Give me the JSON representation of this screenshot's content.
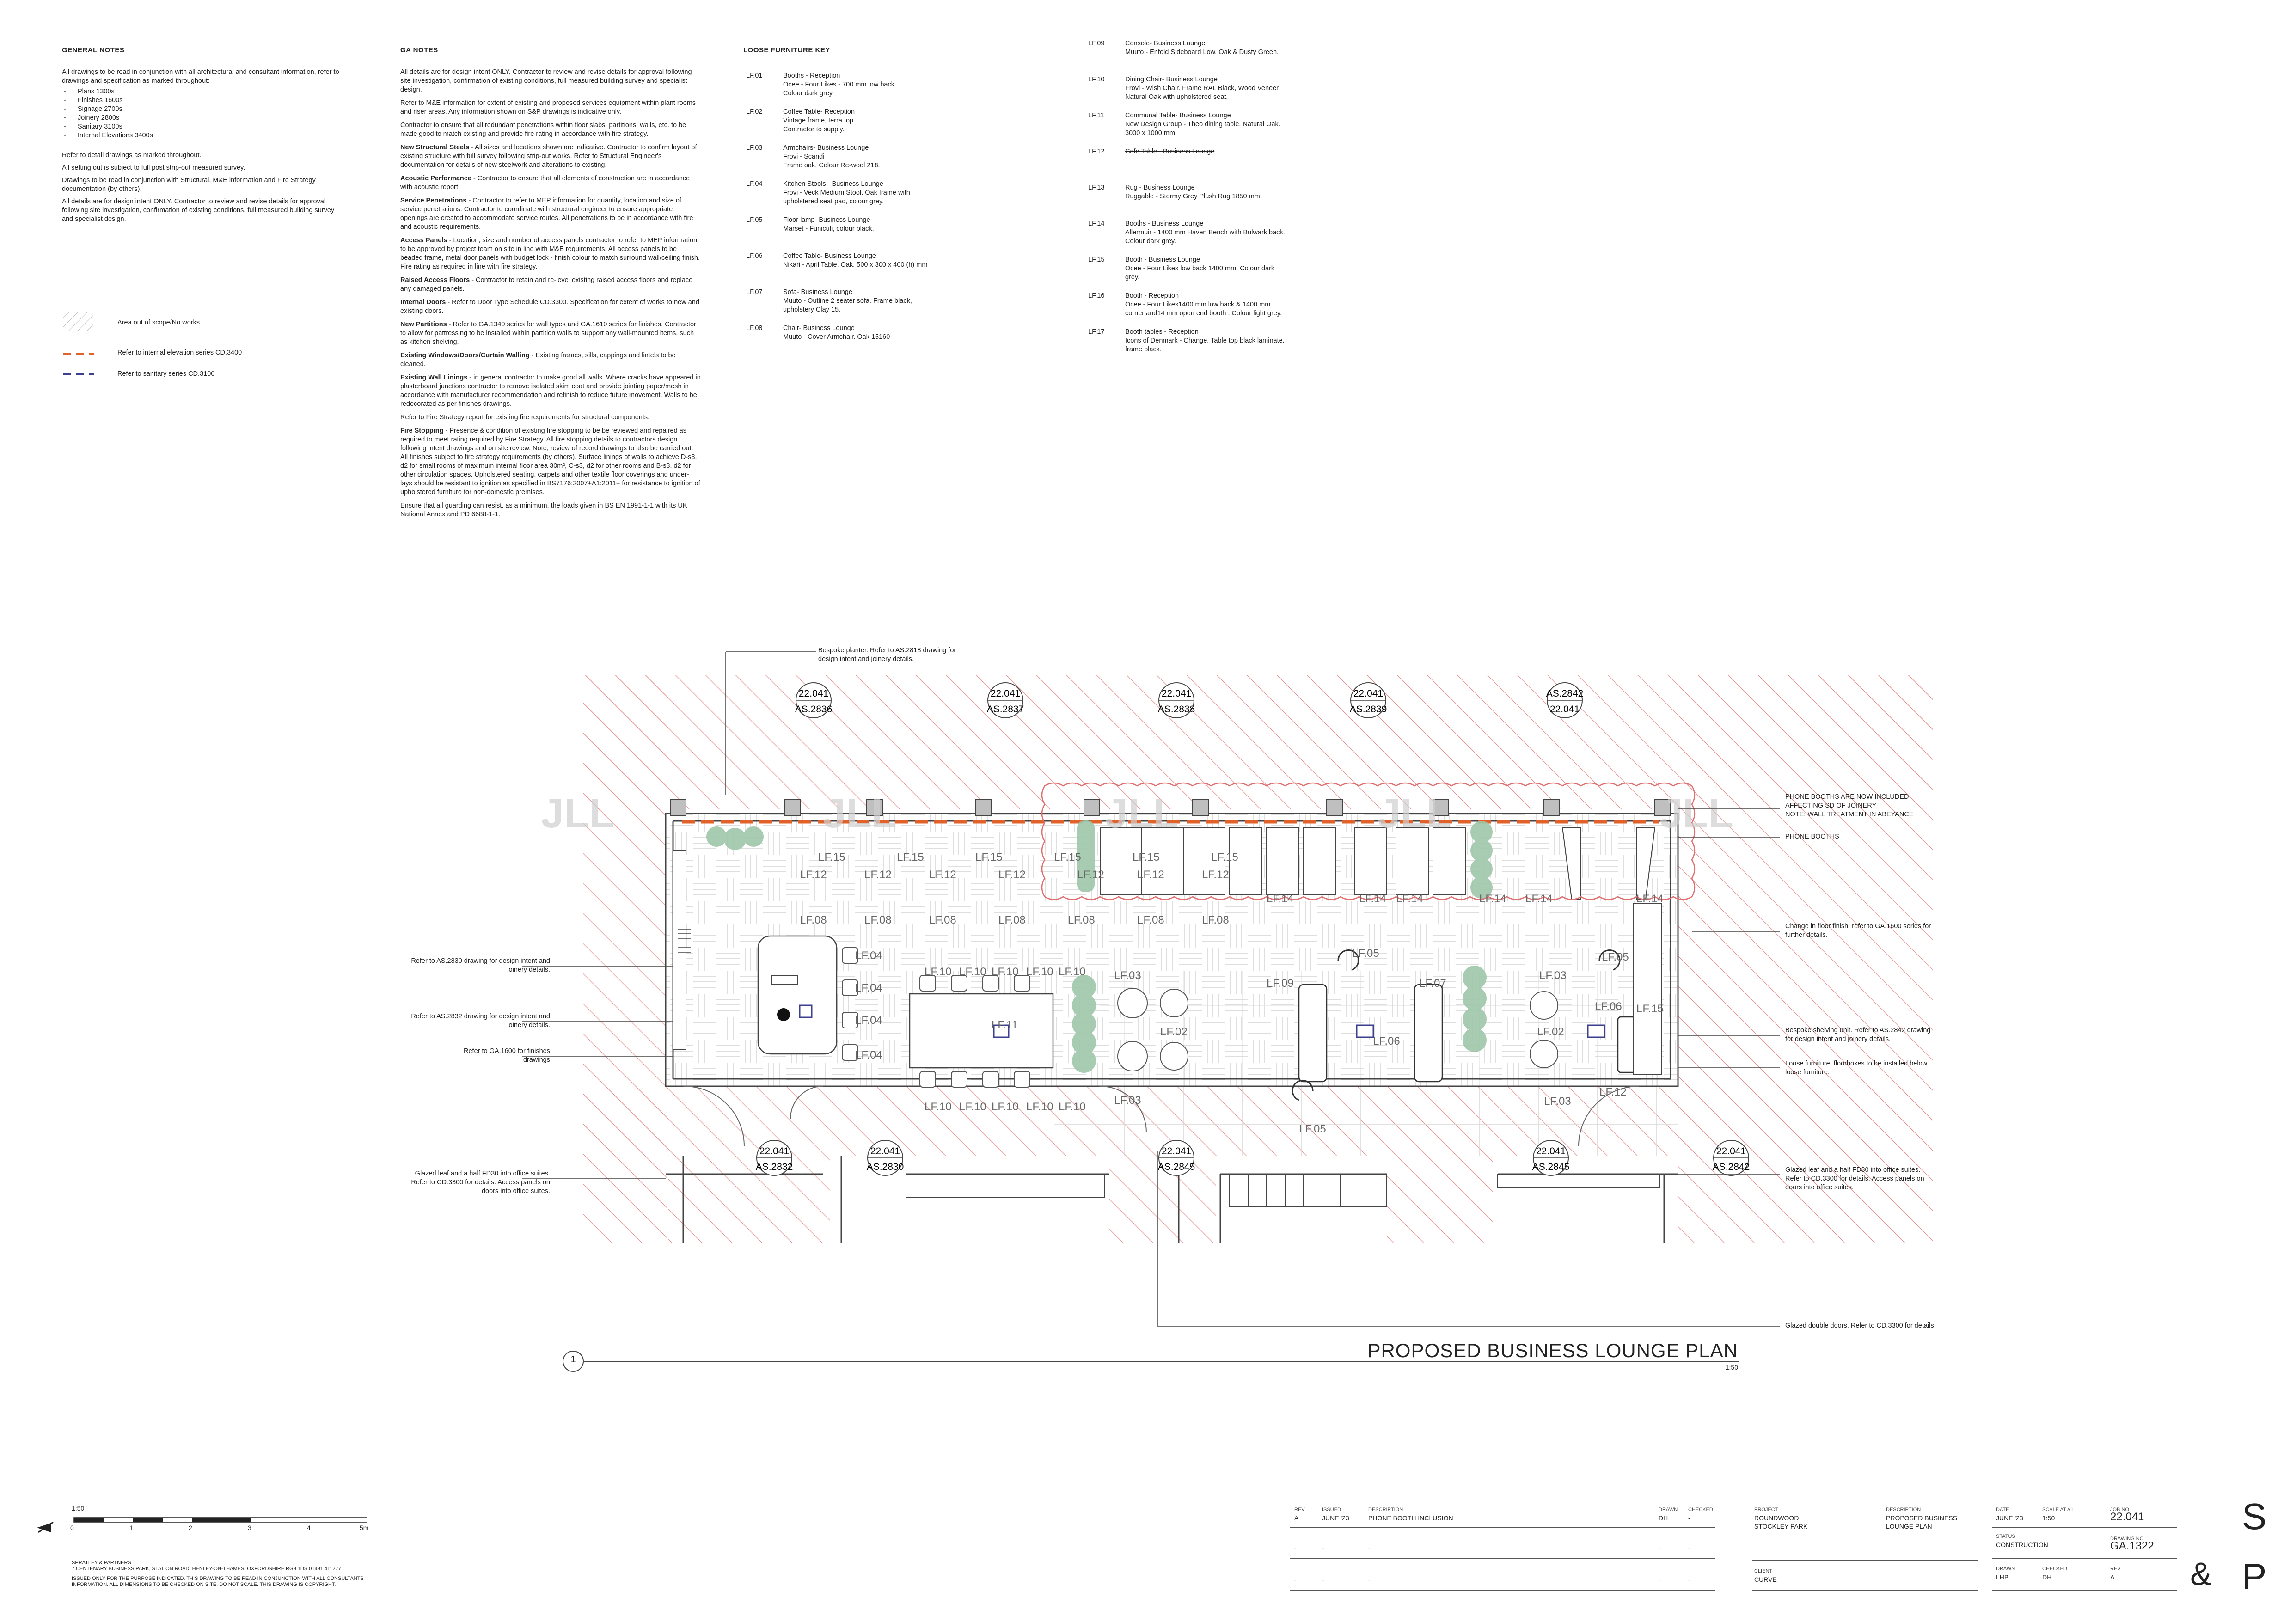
{
  "general_notes": {
    "title": "GENERAL NOTES",
    "p1": "All drawings to be read in conjunction with all architectural and consultant information, refer to drawings and specification as marked throughout:",
    "list": [
      "Plans 1300s",
      "Finishes 1600s",
      "Signage 2700s",
      "Joinery 2800s",
      "Sanitary 3100s",
      "Internal Elevations 3400s"
    ],
    "p2": "Refer to detail drawings as marked throughout.",
    "p3": "All setting out is subject to full post strip-out measured survey.",
    "p4": "Drawings to be read in conjunction with Structural, M&E information and Fire Strategy documentation (by others).",
    "p5": "All details are for design intent ONLY. Contractor to review and revise details for approval following site investigation, confirmation of existing conditions, full measured building survey and specialist design."
  },
  "legend": {
    "items": [
      {
        "label": "Area out of scope/No works"
      },
      {
        "label": "Refer to internal elevation series CD.3400"
      },
      {
        "label": "Refer to sanitary series CD.3100"
      }
    ]
  },
  "ga_notes": {
    "title": "GA NOTES",
    "p1": "All details are for design intent ONLY. Contractor to review and revise details for approval following site investigation, confirmation of existing conditions, full measured building survey and specialist design.",
    "p2": "Refer to M&E information for extent of existing and proposed services equipment within plant rooms and riser areas. Any information shown on S&P drawings is indicative only.",
    "p3": "Contractor to ensure that all redundant penetrations within floor slabs, partitions, walls, etc. to be made good to match existing and provide fire rating in accordance with fire strategy.",
    "s1_head": "New Structural Steels",
    "s1": " - All sizes and locations shown are indicative. Contractor to confirm layout of existing structure with full survey following strip-out works. Refer to Structural Engineer's documentation for details of new steelwork and alterations to existing.",
    "s2_head": "Acoustic Performance",
    "s2": " - Contractor to ensure that all elements of construction are in accordance with acoustic report.",
    "s3_head": "Service Penetrations",
    "s3": " - Contractor to refer to MEP information for quantity, location and size of service penetrations. Contractor to coordinate with structural engineer to ensure appropriate openings are created to accommodate service routes. All penetrations to be in accordance with fire and acoustic requirements.",
    "s4_head": "Access Panels",
    "s4": " - Location, size and number of access panels contractor to refer to MEP information to be approved by project team on site in line with M&E requirements. All access panels to be beaded frame, metal door panels with budget lock - finish colour to match surround wall/ceiling finish. Fire rating as required in line with fire strategy.",
    "s5_head": "Raised Access Floors",
    "s5": " - Contractor to retain and re-level existing raised access floors and replace any damaged panels.",
    "s6_head": "Internal Doors",
    "s6": " - Refer to Door Type Schedule CD.3300. Specification for extent of works to new and existing doors.",
    "s7_head": "New Partitions",
    "s7": " - Refer to GA.1340 series for wall types and GA.1610 series for finishes. Contractor to allow for pattressing to be installed within partition walls to support any wall-mounted items, such as kitchen shelving.",
    "s8_head": "Existing Windows/Doors/Curtain Walling",
    "s8": " - Existing frames, sills, cappings and lintels to be cleaned.",
    "s9_head": "Existing Wall Linings",
    "s9": " - in general contractor to make good all walls. Where cracks have appeared in plasterboard junctions contractor to remove isolated skim coat and provide jointing paper/mesh in accordance with manufacturer recommendation and refinish to reduce future movement. Walls to be redecorated as per finishes drawings.",
    "p4": "Refer to Fire Strategy report for existing fire requirements for structural components.",
    "s10_head": "Fire Stopping",
    "s10": " - Presence & condition of existing fire stopping to be be reviewed and repaired as required to meet rating required by Fire Strategy. All fire stopping details to contractors design following intent drawings and on site review. Note, review of record drawings to also be carried out. All finishes subject to fire strategy requirements (by others). Surface linings of walls to achieve D-s3, d2 for small rooms of maximum internal floor area 30m², C-s3, d2 for other rooms and B-s3, d2 for other circulation spaces. Upholstered seating, carpets and other textile floor coverings and under-lays should be resistant to ignition as specified in BS7176:2007+A1:2011+ for resistance to ignition of upholstered furniture for non-domestic premises.",
    "p5": "Ensure that all guarding can resist, as a minimum, the loads given in BS EN 1991-1-1 with its UK National Annex and PD 6688-1-1."
  },
  "furniture_key": {
    "title": "LOOSE FURNITURE KEY",
    "col1": [
      {
        "code": "LF.01",
        "lines": [
          "Booths - Reception",
          "Ocee - Four Likes - 700 mm low back",
          "Colour dark grey."
        ]
      },
      {
        "code": "LF.02",
        "lines": [
          "Coffee Table- Reception",
          "Vintage frame, terra top.",
          "Contractor to supply."
        ]
      },
      {
        "code": "LF.03",
        "lines": [
          "Armchairs- Business Lounge",
          "Frovi - Scandi",
          "Frame oak, Colour Re-wool 218."
        ]
      },
      {
        "code": "LF.04",
        "lines": [
          "Kitchen Stools - Business Lounge",
          "Frovi - Veck Medium Stool. Oak frame with",
          "upholstered seat pad, colour grey."
        ]
      },
      {
        "code": "LF.05",
        "lines": [
          "Floor lamp- Business Lounge",
          "Marset - Funiculi, colour black."
        ]
      },
      {
        "code": "LF.06",
        "lines": [
          "Coffee Table- Business Lounge",
          "Nikari - April Table. Oak. 500 x 300 x 400 (h) mm"
        ]
      },
      {
        "code": "LF.07",
        "lines": [
          "Sofa- Business Lounge",
          "Muuto - Outline 2 seater sofa. Frame black,",
          "upholstery Clay 15."
        ]
      },
      {
        "code": "LF.08",
        "lines": [
          "Chair- Business Lounge",
          "Muuto - Cover Armchair. Oak 15160"
        ]
      }
    ],
    "col2": [
      {
        "code": "LF.09",
        "lines": [
          "Console- Business Lounge",
          "Muuto - Enfold Sideboard Low, Oak & Dusty Green."
        ]
      },
      {
        "code": "LF.10",
        "lines": [
          "Dining Chair- Business Lounge",
          "Frovi - Wish Chair. Frame RAL Black, Wood Veneer",
          "Natural Oak with upholstered seat."
        ]
      },
      {
        "code": "LF.11",
        "lines": [
          "Communal Table- Business Lounge",
          "New Design Group - Theo dining table. Natural Oak.",
          "3000 x 1000 mm."
        ]
      },
      {
        "code": "LF.12",
        "lines": [
          "Cafe Table - Business Lounge"
        ],
        "struck": true
      },
      {
        "code": "LF.13",
        "lines": [
          "Rug - Business Lounge",
          "Ruggable - Stormy Grey Plush Rug 1850 mm"
        ]
      },
      {
        "code": "LF.14",
        "lines": [
          "Booths - Business Lounge",
          "Allermuir - 1400 mm Haven Bench with Bulwark back.",
          "Colour dark grey."
        ]
      },
      {
        "code": "LF.15",
        "lines": [
          "Booth - Business Lounge",
          "Ocee - Four Likes low back 1400 mm, Colour dark",
          "grey."
        ]
      },
      {
        "code": "LF.16",
        "lines": [
          "Booth - Reception",
          "Ocee - Four Likes1400 mm low back & 1400 mm",
          "corner and14 mm open end booth . Colour light grey."
        ]
      },
      {
        "code": "LF.17",
        "lines": [
          "Booth tables - Reception",
          "Icons of Denmark - Change. Table top black laminate,",
          "frame black."
        ]
      }
    ]
  },
  "plan": {
    "section_refs_top": [
      {
        "top": "22.041",
        "bottom": "AS.2836"
      },
      {
        "top": "22.041",
        "bottom": "AS.2837"
      },
      {
        "top": "22.041",
        "bottom": "AS.2838"
      },
      {
        "top": "22.041",
        "bottom": "AS.2839"
      },
      {
        "top": "AS.2842",
        "bottom": "22.041"
      }
    ],
    "section_refs_bottom": [
      {
        "top": "22.041",
        "bottom": "AS.2832"
      },
      {
        "top": "22.041",
        "bottom": "AS.2830"
      },
      {
        "top": "22.041",
        "bottom": "AS.2845"
      },
      {
        "top": "22.041",
        "bottom": "AS.2845"
      },
      {
        "top": "22.041",
        "bottom": "AS.2842"
      }
    ],
    "tags": {
      "lf15": "LF.15",
      "lf12": "LF.12",
      "lf08": "LF.08",
      "lf14": "LF.14",
      "lf04": "LF.04",
      "lf10": "LF.10",
      "lf11": "LF.11",
      "lf03": "LF.03",
      "lf02": "LF.02",
      "lf09": "LF.09",
      "lf05": "LF.05",
      "lf07": "LF.07",
      "lf06": "LF.06"
    },
    "watermark": "JLL",
    "annotations": {
      "planter": "Bespoke planter. Refer to AS.2818 drawing for design intent and joinery details.",
      "phone_note_1": "PHONE BOOTHS ARE NOW INCLUDED",
      "phone_note_2": "AFFECTING SD OF JOINERY",
      "phone_note_3": "NOTE: WALL TREATMENT IN ABEYANCE",
      "phone_booths": "PHONE BOOTHS",
      "floor_change": "Change in floor finish, refer to GA.1600 series for further details.",
      "as2830": "Refer to AS.2830 drawing for design intent and joinery details.",
      "as2832": "Refer to AS.2832 drawing for design intent and joinery details.",
      "ga1600": "Refer to GA.1600 for finishes drawings",
      "shelving": "Bespoke shelving unit. Refer to AS.2842 drawing for design intent and joinery details.",
      "loose_furniture": "Loose furniture, floorboxes to be installed below loose furniture.",
      "glazed_left": "Glazed leaf and a half FD30 into office suites. Refer to CD.3300 for details. Access panels on doors into office suites.",
      "glazed_right": "Glazed leaf and a half FD30 into office suites. Refer to CD.3300 for details. Access panels on doors into office suites.",
      "double_doors": "Glazed double doors. Refer to CD.3300 for details."
    },
    "drawing_number": "1",
    "drawing_title": "PROPOSED BUSINESS LOUNGE PLAN",
    "drawing_scale": "1:50"
  },
  "scale_bar": {
    "top_label": "1:50",
    "ticks": [
      "0",
      "1",
      "2",
      "3",
      "4",
      "5m"
    ]
  },
  "footer": {
    "company_line1": "SPRATLEY & PARTNERS",
    "company_line2": "7 CENTENARY BUSINESS PARK, STATION ROAD, HENLEY-ON-THAMES, OXFORDSHIRE RG9 1DS 01491 411277",
    "disclaimer1": "ISSUED ONLY FOR THE PURPOSE INDICATED. THIS DRAWING TO BE READ IN CONJUNCTION WITH ALL CONSULTANTS",
    "disclaimer2": "INFORMATION. ALL DIMENSIONS TO BE CHECKED ON SITE. DO NOT SCALE. THIS DRAWING IS COPYRIGHT."
  },
  "title_block": {
    "rev_label": "REV",
    "issued_label": "ISSUED",
    "desc_label": "DESCRIPTION",
    "drawn_label": "DRAWN",
    "checked_label": "CHECKED",
    "rev_a": "A",
    "issued_a": "JUNE '23",
    "desc_a": "PHONE BOOTH INCLUSION",
    "drawn_a": "DH",
    "checked_a": "-",
    "dash": "-",
    "project_label": "PROJECT",
    "project_1": "ROUNDWOOD",
    "project_2": "STOCKLEY PARK",
    "description_label": "DESCRIPTION",
    "description_1": "PROPOSED BUSINESS",
    "description_2": "LOUNGE PLAN",
    "client_label": "CLIENT",
    "client": "CURVE",
    "date_label": "DATE",
    "date": "JUNE '23",
    "scale_label": "SCALE AT A1",
    "scale": "1:50",
    "job_label": "JOB NO",
    "job": "22.041",
    "status_label": "STATUS",
    "status": "CONSTRUCTION",
    "drawing_no_label": "DRAWING NO",
    "drawing_no": "GA.1322",
    "drawn2_label": "DRAWN",
    "drawn2": "LHB",
    "checked2_label": "CHECKED",
    "checked2": "DH",
    "rev2_label": "REV",
    "rev2": "A",
    "logo_s": "S",
    "logo_amp": "&",
    "logo_p": "P"
  }
}
